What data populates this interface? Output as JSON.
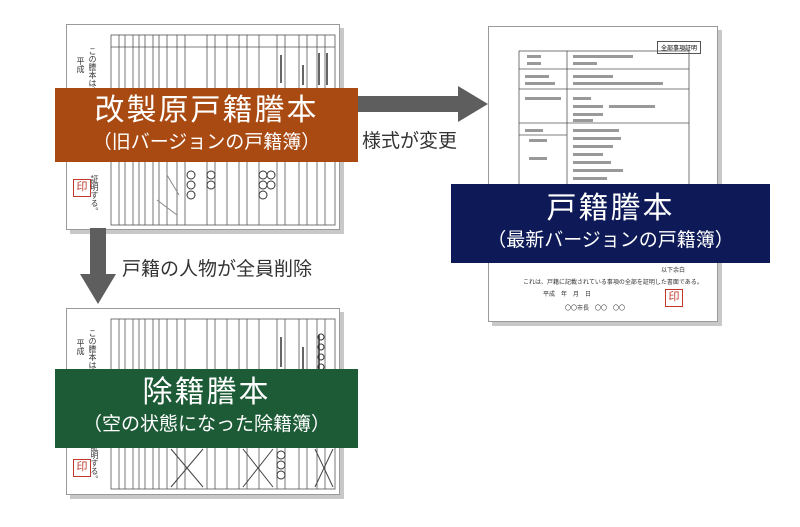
{
  "old_register": {
    "label_main": "改製原戸籍謄本",
    "label_sub": "（旧バージョンの戸籍簿）",
    "label_color": "#a94a12",
    "header_text": "この謄本は、",
    "header_era": "平成",
    "footer_text": "証明する。",
    "stamp": "印"
  },
  "new_register": {
    "label_main": "戸籍謄本",
    "label_sub": "（最新バージョンの戸籍簿）",
    "label_color": "#0e1a57",
    "form_tag": "全部事項証明",
    "stamp": "印",
    "certify_text": "これは、戸籍に記載されている事項の全部を証明した書面である。",
    "date_line": "平成　年　月　日",
    "office_line": "〇〇市長　〇〇　〇〇",
    "next_page": "以下余白"
  },
  "removed_register": {
    "label_main": "除籍謄本",
    "label_sub": "（空の状態になった除籍簿）",
    "label_color": "#1d5a36",
    "header_text": "この謄本は、",
    "header_era": "平成",
    "footer_text": "証明する。",
    "stamp": "印"
  },
  "arrows": {
    "right_caption": "様式が変更",
    "down_caption": "戸籍の人物が全員削除",
    "color": "#5e5e5e"
  }
}
